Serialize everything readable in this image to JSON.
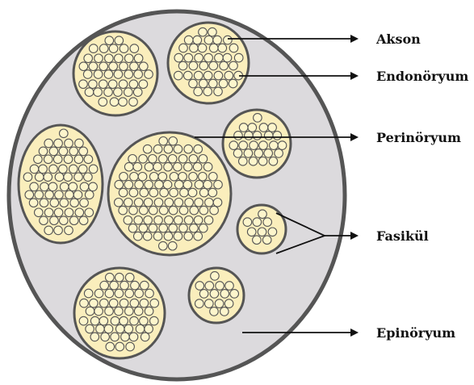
{
  "labels": {
    "akson": "Akson",
    "endonoryum": "Endonöryum",
    "perinoryum": "Perinöryum",
    "fasikul": "Fasikül",
    "epinoryum": "Epinöryum"
  },
  "colors": {
    "epineurium_fill": "#dcdadd",
    "outline": "#555555",
    "fascicle_fill": "#faeebc",
    "axon_fill": "#fdf5cc",
    "axon_stroke": "#555555",
    "arrow": "#111111"
  }
}
